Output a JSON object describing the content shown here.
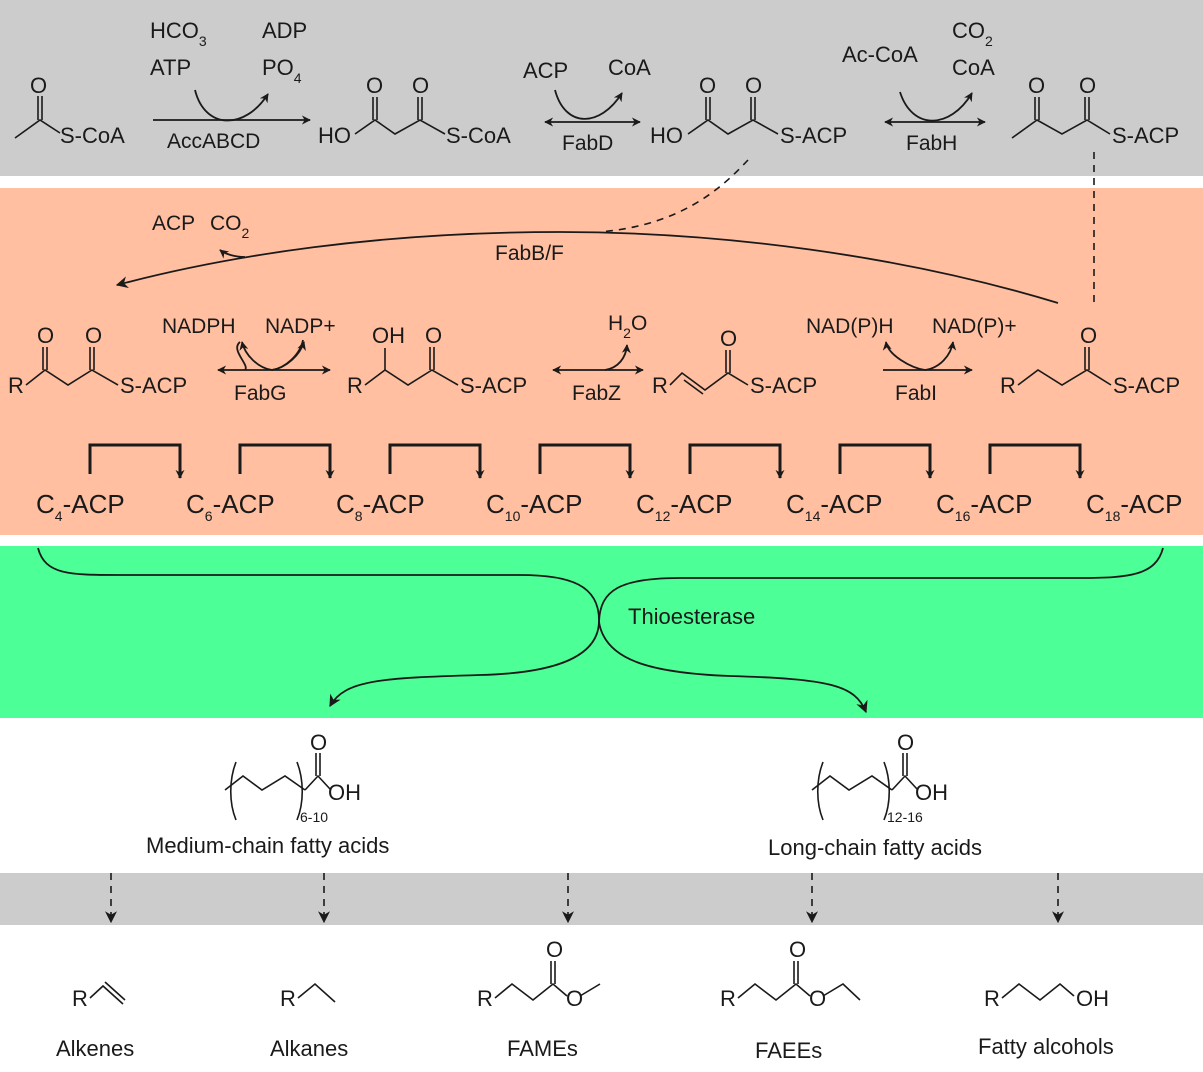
{
  "colors": {
    "initiation_band": "#cccccc",
    "elongation_band": "#ffbfa0",
    "termination_band": "#4cff96",
    "conversion_band": "#cccccc",
    "ink": "#1a1a1a"
  },
  "initiation": {
    "acetyl_coa": {
      "tail": "S-CoA",
      "oxygen": "O"
    },
    "step1": {
      "in_top": "HCO",
      "in_top_sub": "3",
      "in_bottom": "ATP",
      "out_top": "ADP",
      "out_bottom": "PO",
      "out_bottom_sub": "4",
      "enzyme": "AccABCD"
    },
    "malonyl_coa": {
      "head": "HO",
      "tail": "S-CoA",
      "oxygen": "O"
    },
    "step2": {
      "in": "ACP",
      "out": "CoA",
      "enzyme": "FabD"
    },
    "malonyl_acp": {
      "head": "HO",
      "tail": "S-ACP",
      "oxygen": "O"
    },
    "step3": {
      "in": "Ac-CoA",
      "out_top": "CO",
      "out_top_sub": "2",
      "out_bottom": "CoA",
      "enzyme": "FabH"
    },
    "acetoacetyl_acp": {
      "tail": "S-ACP",
      "oxygen": "O"
    }
  },
  "elongation": {
    "condensation": {
      "out1": "ACP",
      "out2": "CO",
      "out2_sub": "2",
      "enzyme": "FabB/F"
    },
    "ketoacyl": {
      "r": "R",
      "tail": "S-ACP",
      "oxygen": "O"
    },
    "reduction1": {
      "in": "NADPH",
      "out": "NADP+",
      "enzyme": "FabG"
    },
    "hydroxyacyl": {
      "r": "R",
      "tail": "S-ACP",
      "oh": "OH",
      "oxygen": "O"
    },
    "dehydration": {
      "out": "H",
      "out_sub": "2",
      "out_tail": "O",
      "enzyme": "FabZ"
    },
    "enoyl": {
      "r": "R",
      "tail": "S-ACP",
      "oxygen": "O"
    },
    "reduction2": {
      "in": "NAD(P)H",
      "out": "NAD(P)+",
      "enzyme": "FabI"
    },
    "acyl": {
      "r": "R",
      "tail": "S-ACP",
      "oxygen": "O"
    },
    "chain_lengths": [
      {
        "prefix": "C",
        "sub": "4",
        "suffix": "-ACP"
      },
      {
        "prefix": "C",
        "sub": "6",
        "suffix": "-ACP"
      },
      {
        "prefix": "C",
        "sub": "8",
        "suffix": "-ACP"
      },
      {
        "prefix": "C",
        "sub": "10",
        "suffix": "-ACP"
      },
      {
        "prefix": "C",
        "sub": "12",
        "suffix": "-ACP"
      },
      {
        "prefix": "C",
        "sub": "14",
        "suffix": "-ACP"
      },
      {
        "prefix": "C",
        "sub": "16",
        "suffix": "-ACP"
      },
      {
        "prefix": "C",
        "sub": "18",
        "suffix": "-ACP"
      }
    ]
  },
  "termination": {
    "enzyme": "Thioesterase"
  },
  "fatty_acids": [
    {
      "label": "Medium-chain fatty acids",
      "repeat": "6-10",
      "oh": "OH",
      "oxygen": "O"
    },
    {
      "label": "Long-chain fatty acids",
      "repeat": "12-16",
      "oh": "OH",
      "oxygen": "O"
    }
  ],
  "products": [
    {
      "label": "Alkenes",
      "r": "R"
    },
    {
      "label": "Alkanes",
      "r": "R"
    },
    {
      "label": "FAMEs",
      "r": "R",
      "o": "O",
      "oxygen": "O"
    },
    {
      "label": "FAEEs",
      "r": "R",
      "o": "O",
      "oxygen": "O"
    },
    {
      "label": "Fatty alcohols",
      "r": "R",
      "oh": "OH"
    }
  ]
}
